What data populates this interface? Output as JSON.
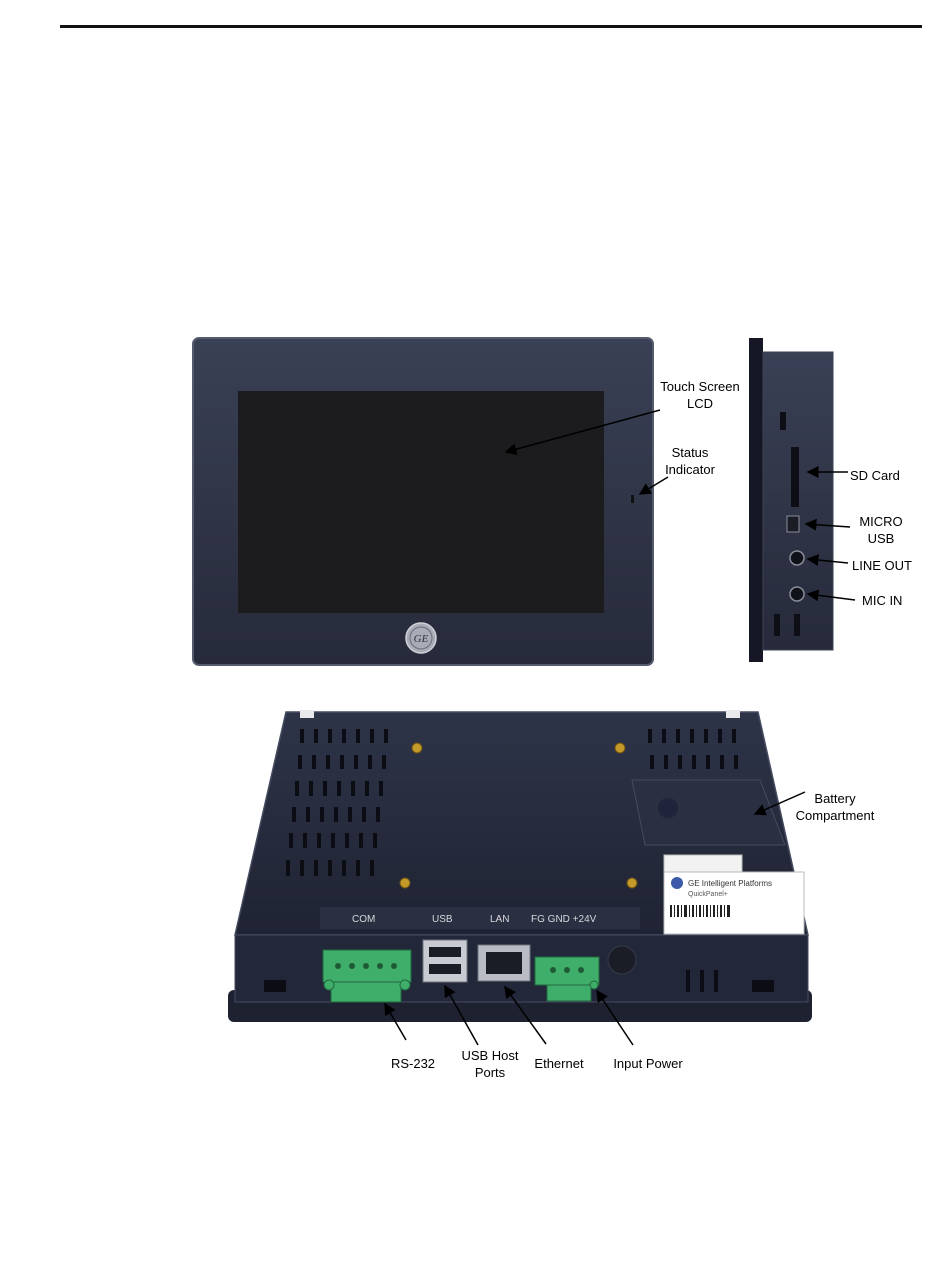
{
  "front_callouts": {
    "touch_screen": "Touch Screen\nLCD",
    "status_indicator": "Status\nIndicator"
  },
  "side_callouts": {
    "sd_card": "SD Card",
    "micro_usb": "MICRO\nUSB",
    "line_out": "LINE OUT",
    "mic_in": "MIC IN"
  },
  "rear_callouts": {
    "battery": "Battery\nCompartment",
    "rs232": "RS-232",
    "usb_host": "USB Host\nPorts",
    "ethernet": "Ethernet",
    "input_power": "Input Power"
  },
  "rear_port_labels": {
    "com": "COM",
    "usb": "USB",
    "lan": "LAN",
    "power": "FG GND +24V"
  },
  "rear_sticker": {
    "brand": "GE Intelligent Platforms",
    "product": "QuickPanel+"
  },
  "logo": {
    "text": "GE"
  },
  "colors": {
    "bezel": "#2f3447",
    "screen": "#1c1c1f",
    "connector": "#3fae6a",
    "rule": "#111111"
  }
}
